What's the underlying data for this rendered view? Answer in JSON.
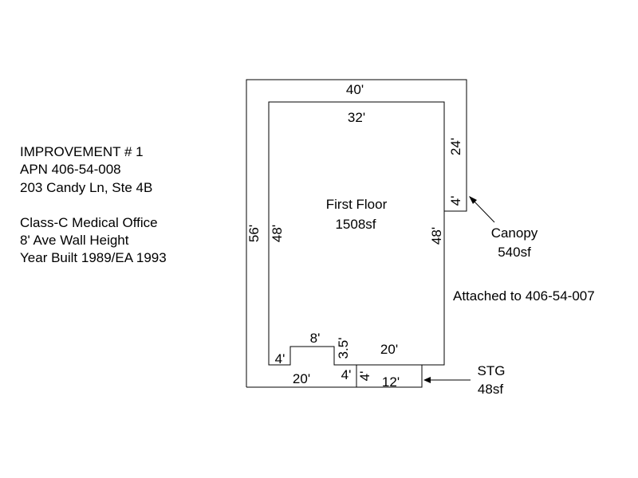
{
  "info": {
    "line1": "IMPROVEMENT # 1",
    "line2": "APN 406-54-008",
    "line3": "203 Candy Ln, Ste 4B",
    "line4": "Class-C Medical Office",
    "line5": "8' Ave Wall Height",
    "line6": "Year Built 1989/EA 1993"
  },
  "labels": {
    "outer_top": "40'",
    "inner_top": "32'",
    "canopy_side": "24'",
    "canopy_notch": "4'",
    "outer_left": "56'",
    "inner_left": "48'",
    "inner_right": "48'",
    "notch_height": "4'",
    "notch_width": "8'",
    "step": "3.5'",
    "bottom_right_inner": "20'",
    "bottom_left": "20'",
    "stg_step": "4'",
    "stg_height": "4'",
    "stg_width": "12'",
    "floor_name": "First Floor",
    "floor_area": "1508sf",
    "canopy_name": "Canopy",
    "canopy_area": "540sf",
    "attached": "Attached to 406-54-007",
    "stg_name": "STG",
    "stg_area": "48sf"
  }
}
